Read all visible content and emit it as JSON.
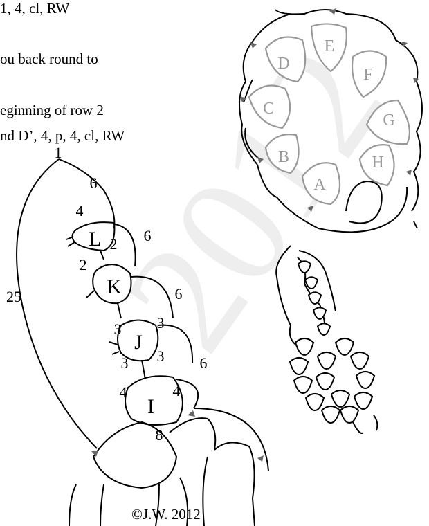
{
  "instructions": {
    "line1": "1, 4, cl, RW",
    "line2": "ou back round to",
    "line3": "eginning of row 2",
    "line4": "nd D’, 4, p, 4, cl, RW"
  },
  "top_diagram": {
    "ring_labels": [
      "A",
      "B",
      "C",
      "D",
      "E",
      "F",
      "G",
      "H"
    ],
    "ring_color": "#999999"
  },
  "left_diagram": {
    "ring_labels": {
      "L": "L",
      "K": "K",
      "J": "J",
      "I": "I"
    },
    "stitch_counts": {
      "top": "1",
      "six_a": "6",
      "twentyfive": "25",
      "four_l": "4",
      "two_l1": "2",
      "two_l2": "2",
      "six_b": "6",
      "six_c": "6",
      "three_1": "3",
      "three_2": "3",
      "three_3": "3",
      "three_4": "3",
      "six_d": "6",
      "four_i1": "4",
      "four_i2": "4",
      "eight": "8"
    }
  },
  "copyright": "©J.W. 2012",
  "colors": {
    "line": "#000000",
    "picot": "#777777",
    "watermark": "#eeeeee"
  }
}
